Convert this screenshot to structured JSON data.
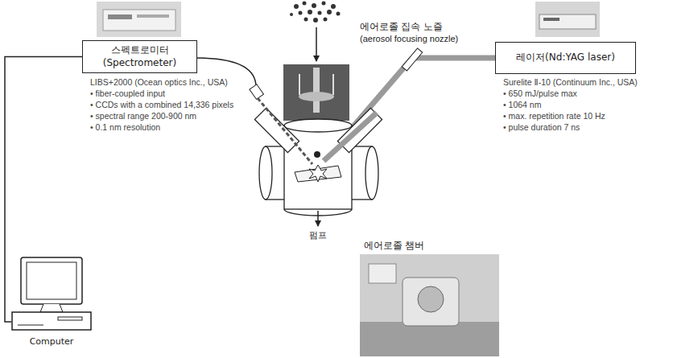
{
  "diagram": {
    "nodes": [
      {
        "text": [
          "스펙트로미터 (Spectrometer)"
        ]
      },
      {
        "text": [
          "레이저(Nd:YAG laser)"
        ]
      },
      {
        "text": [
          "Computer"
        ]
      }
    ],
    "edges": [
      {
        "from": 0,
        "to": 2,
        "arrow": "none"
      }
    ],
    "labels": [
      "에어로졸 집속 노즐",
      "(aerosol focusing nozzle)",
      "LIBS+2000 (Ocean optics Inc., USA)",
      "• fiber-coupled input",
      "• CCDs with a combined 14,336 pixels",
      "• spectral range 200-900 nm",
      "• 0.1 nm resolution",
      "Surelite Ⅱ-10 (Continuum Inc., USA)",
      "• 650 mJ/pulse max",
      "• 1064 nm",
      "• max. repetition rate 10 Hz",
      "• pulse duration 7 ns",
      "펌프",
      "에어로졸 챔버"
    ]
  }
}
